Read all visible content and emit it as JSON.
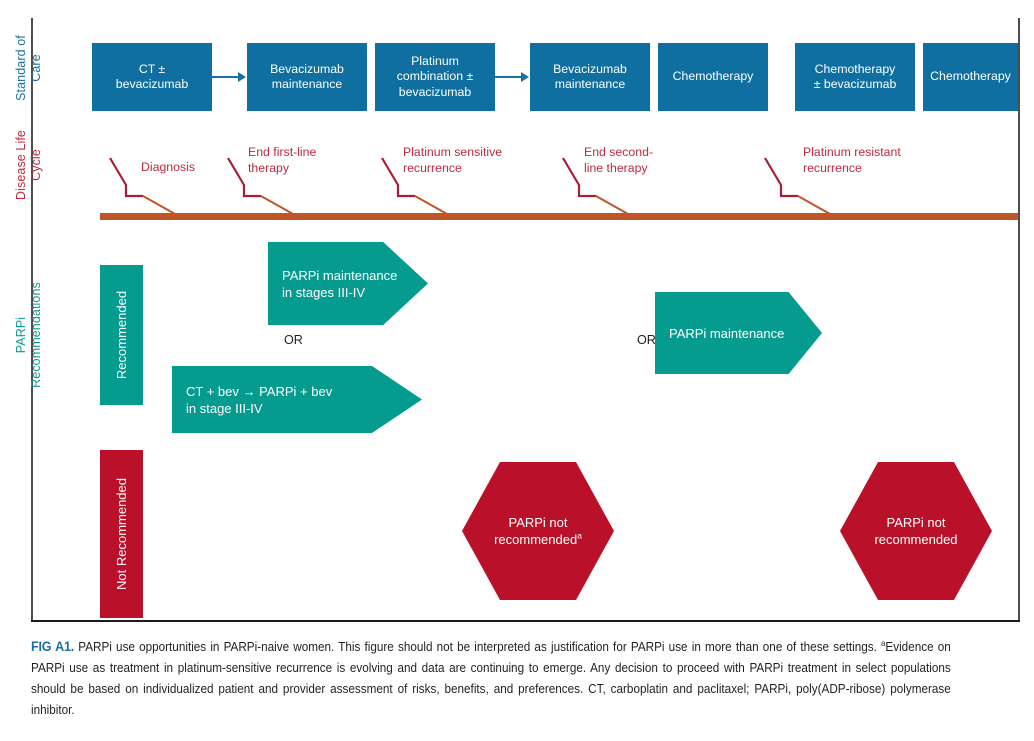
{
  "figure": {
    "id_label": "FIG A1.",
    "row_labels": [
      {
        "key": "standard_of_care",
        "text": "Standard of\nCare",
        "color": "#1a6fa3"
      },
      {
        "key": "disease_life_cycle",
        "text": "Disease Life\nCycle",
        "color": "#c0293f"
      },
      {
        "key": "parpi_recommendations",
        "text": "PARPi\nRecommendations",
        "color": "#0e9c90"
      }
    ]
  },
  "standard_of_care": {
    "boxes": [
      {
        "label": "CT ±\nbevacizumab"
      },
      {
        "label": "Bevacizumab\nmaintenance"
      },
      {
        "label": "Platinum\ncombination ±\nbevacizumab"
      },
      {
        "label": "Bevacizumab\nmaintenance"
      },
      {
        "label": "Chemotherapy"
      },
      {
        "label": "Chemotherapy\n± bevacizumab"
      },
      {
        "label": "Chemotherapy"
      }
    ]
  },
  "disease_life_cycle": {
    "milestones": [
      {
        "label": "Diagnosis"
      },
      {
        "label": "End first-line\ntherapy"
      },
      {
        "label": "Platinum sensitive\nrecurrence"
      },
      {
        "label": "End second-\nline therapy"
      },
      {
        "label": "Platinum resistant\nrecurrence"
      }
    ]
  },
  "parpi_recommendations": {
    "recommended_label": "Recommended",
    "not_recommended_label": "Not Recommended",
    "or_labels": [
      "OR",
      "OR"
    ],
    "recommended_items": [
      {
        "label": "PARPi maintenance\nin stages III-IV"
      },
      {
        "label": "CT + bev → PARPi + bev\nin stage III-IV"
      },
      {
        "label": "PARPi maintenance"
      }
    ],
    "not_recommended_items": [
      {
        "label": "PARPi not\nrecommended",
        "footnote": "a"
      },
      {
        "label": "PARPi not\nrecommended",
        "footnote": ""
      }
    ]
  },
  "caption": {
    "text_1": "PARPi use opportunities in PARPi-naive women. This figure should not be interpreted as justification for PARPi use in more than one of these settings. ",
    "footnote_marker": "a",
    "text_2": "Evidence on PARPi use as treatment in platinum-sensitive recurrence is evolving and data are continuing to emerge. Any decision to proceed with PARPi treatment in select populations should be based on individualized patient and provider assessment of risks, benefits, and preferences. CT, carboplatin and paclitaxel; PARPi, poly(ADP-ribose) polymerase inhibitor."
  },
  "colors": {
    "blue": "#0e6fa0",
    "blue_text": "#1a6fa3",
    "crimson": "#c0293f",
    "orange": "#c0552a",
    "teal": "#069b8f",
    "teal_text": "#0e9c90",
    "red": "#bb1029",
    "black": "#231f20"
  }
}
